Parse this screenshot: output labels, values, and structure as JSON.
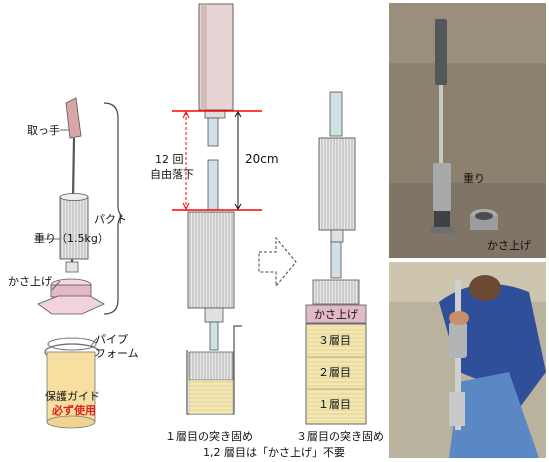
{
  "left": {
    "handle": "取っ手",
    "pakuto": "パクト",
    "weight": "重り（1.5kg）",
    "kasaage": "かさ上げ",
    "pipe_line1": "パイプ",
    "pipe_line2": "フォーム",
    "guide_line1": "保護ガイド",
    "guide_line2": "必ず使用"
  },
  "middle": {
    "drops_line1": "12 回",
    "drops_line2": "自由落下",
    "height": "20cm",
    "caption_first": "１層目の突き固め"
  },
  "right": {
    "kasaage": "かさ上げ",
    "layer3": "３層目",
    "layer2": "２層目",
    "layer1": "１層目",
    "caption_third": "３層目の突き固め"
  },
  "bottom_note": "1,2 層目は「かさ上げ」不要",
  "photo_top": {
    "weight": "重り",
    "kasaage": "かさ上げ"
  },
  "colors": {
    "accent_red": "#e0201c",
    "guide_line": "#ff0000",
    "pink": "#e3b8c8"
  }
}
